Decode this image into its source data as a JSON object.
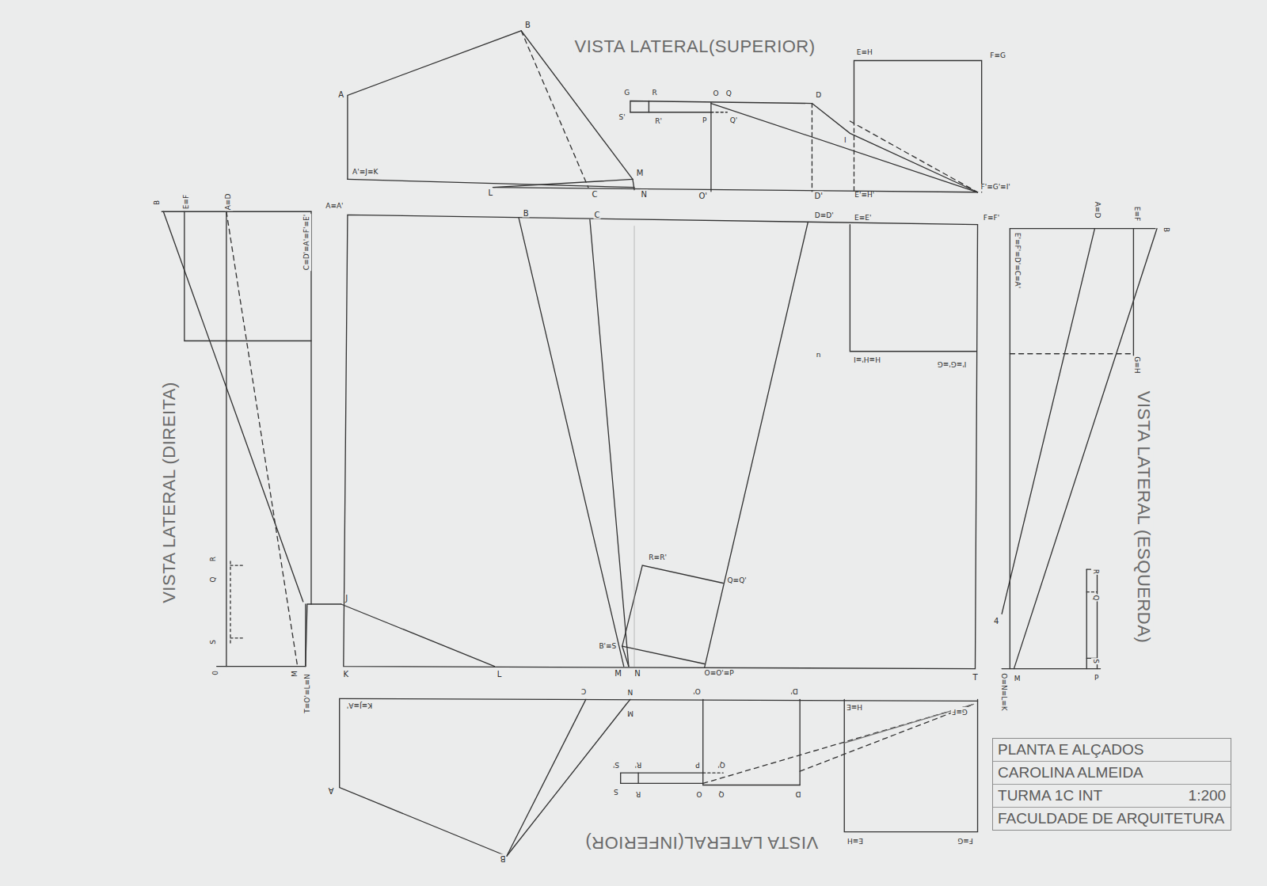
{
  "diagram": {
    "nodes": [
      {
        "text": [
          "PLANTA E ALÇADOS",
          "CAROLINA ALMEIDA",
          "TURMA 1C INT",
          "1:200",
          "FACULDADE DE ARQUITETURA"
        ]
      }
    ],
    "labels": [
      "VISTA LATERAL(SUPERIOR)",
      "VISTA LATERAL (DIREITA)",
      "VISTA LATERAL (ESQUERDA)",
      "VISTA LATERAL(INFERIOR)",
      "A",
      "B",
      "A'≡J≡K",
      "M",
      "L",
      "C",
      "N",
      "O'",
      "D'",
      "E'≡H'",
      "F'≡G'≡I'",
      "G",
      "R",
      "S'",
      "R'",
      "O",
      "Q",
      "P",
      "Q'",
      "D",
      "I",
      "E≡H",
      "F≡G",
      "A≡A'",
      "B",
      "C",
      "D≡D'",
      "E≡E'",
      "F≡F'",
      "H≡H'≡I",
      "I'≡G'≡G",
      "n",
      "J",
      "K",
      "L",
      "M",
      "N",
      "O≡O'≡P",
      "T",
      "R≡R'",
      "Q≡Q'",
      "B'≡S",
      "B",
      "E≡F",
      "A≡D",
      "C≡D'≡A'≡F'≡E'",
      "T≡O'≡L≡N",
      "0",
      "M",
      "R",
      "Q",
      "S",
      "A≡D",
      "E≡F",
      "B",
      "E'≡F'≡D'≡C≡A'",
      "G≡H",
      "4",
      "M",
      "O≡N≡L≡K",
      "R",
      "Q",
      "S",
      "P",
      "K≡J≡A'",
      "C",
      "N",
      "M",
      "O'",
      "D'",
      "H≡E",
      "G≡F",
      "A",
      "B",
      "S'",
      "R'",
      "P",
      "Q'",
      "S",
      "R",
      "O",
      "Q",
      "D",
      "E≡H",
      "F≡G"
    ]
  }
}
